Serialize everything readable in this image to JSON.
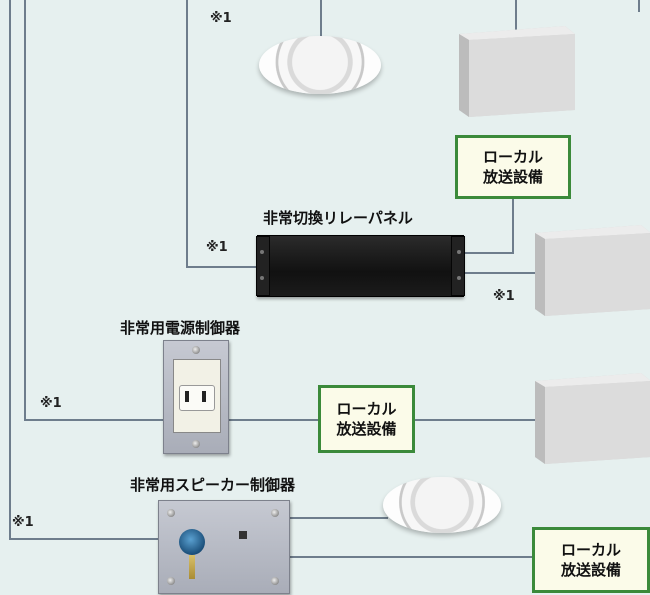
{
  "labels": {
    "relay_panel": "非常切換リレーパネル",
    "power_controller": "非常用電源制御器",
    "speaker_controller": "非常用スピーカー制御器"
  },
  "local_box": {
    "line1": "ローカル",
    "line2": "放送設備"
  },
  "note_mark": "※1",
  "colors": {
    "background": "#e6f0ef",
    "wire": "#6e7d8c",
    "local_border": "#3b8a3a",
    "local_fill": "#fbfbe9"
  }
}
